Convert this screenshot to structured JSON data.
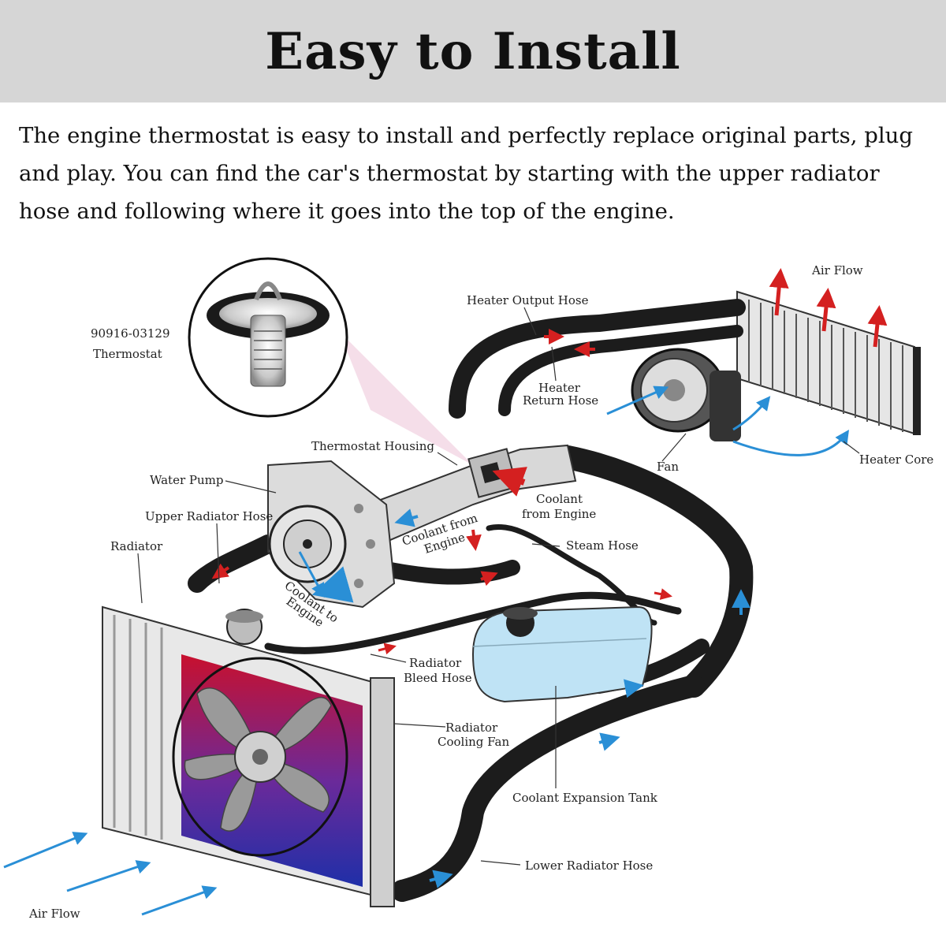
{
  "header": {
    "title": "Easy to Install"
  },
  "intro": {
    "text": "The engine thermostat is easy to install and perfectly replace original parts, plug and play. You can find the car's thermostat by starting with the upper radiator hose and following where it goes into the top of the engine."
  },
  "diagram": {
    "labels": {
      "part_number": "90916-03129",
      "thermostat": "Thermostat",
      "heater_output_hose": "Heater Output Hose",
      "air_flow_top": "Air Flow",
      "heater_return_1": "Heater",
      "heater_return_2": "Return Hose",
      "thermostat_housing": "Thermostat Housing",
      "water_pump": "Water Pump",
      "upper_radiator_hose": "Upper Radiator Hose",
      "radiator": "Radiator",
      "fan": "Fan",
      "heater_core": "Heater Core",
      "coolant_from_engine_1": "Coolant",
      "coolant_from_engine_2": "from Engine",
      "coolant_from_engine_diag": "Coolant from",
      "coolant_from_engine_diag2": "Engine",
      "coolant_to_engine_1": "Coolant to",
      "coolant_to_engine_2": "Engine",
      "steam_hose": "Steam Hose",
      "radiator_bleed_1": "Radiator",
      "radiator_bleed_2": "Bleed Hose",
      "radiator_fan_1": "Radiator",
      "radiator_fan_2": "Cooling Fan",
      "expansion_tank": "Coolant Expansion Tank",
      "lower_radiator_hose": "Lower Radiator Hose",
      "air_flow_bottom": "Air Flow"
    },
    "colors": {
      "hose": "#1c1c1c",
      "flow_red": "#d42020",
      "flow_blue": "#2a8fd6",
      "tank": "#bfe3f5",
      "radiator_red": "#c8102e",
      "radiator_blue": "#1f2fa8"
    }
  }
}
